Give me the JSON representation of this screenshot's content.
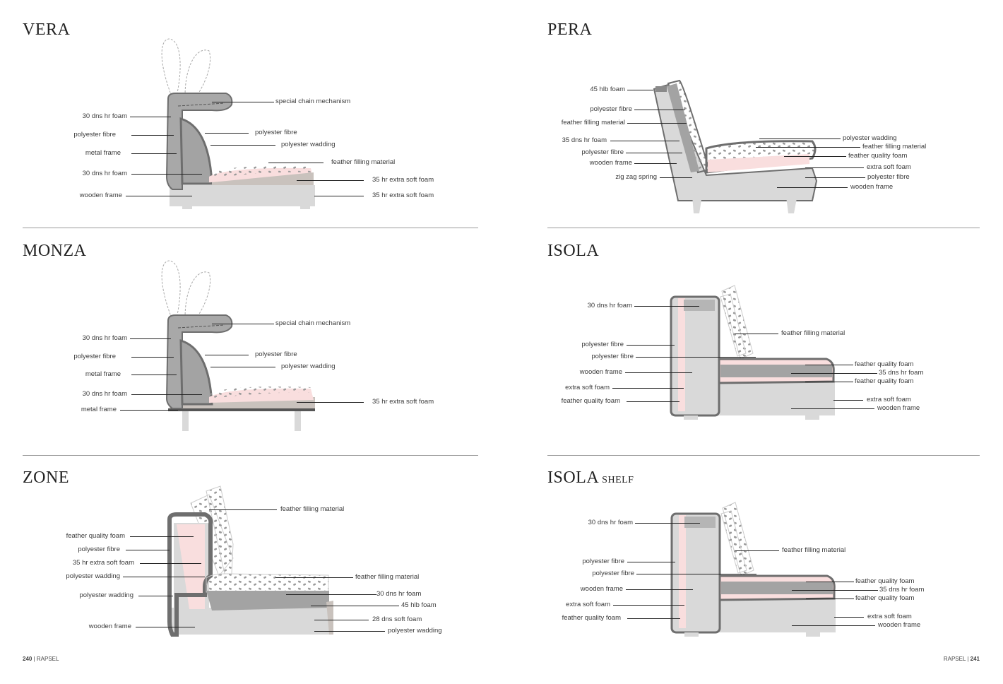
{
  "panels": {
    "vera": {
      "title": "VERA",
      "labels": [
        "30 dns hr foam",
        "polyester fibre",
        "metal frame",
        "30 dns hr foam",
        "wooden frame",
        "special chain mechanism",
        "polyester fibre",
        "polyester wadding",
        "feather filling material",
        "35 hr extra soft foam",
        "35 hr extra soft foam"
      ]
    },
    "monza": {
      "title": "MONZA",
      "labels": [
        "30 dns hr foam",
        "polyester fibre",
        "metal frame",
        "30 dns hr foam",
        "metal frame",
        "special chain mechanism",
        "polyester fibre",
        "polyester wadding",
        "35 hr extra soft foam"
      ]
    },
    "zone": {
      "title": "ZONE",
      "labels": [
        "feather quality foam",
        "polyester fibre",
        "35 hr extra soft foam",
        "polyester wadding",
        "polyester wadding",
        "wooden frame",
        "feather filling material",
        "feather filling material",
        "30 dns hr foam",
        "45 hlb foam",
        "28 dns soft foam",
        "polyester wadding"
      ]
    },
    "pera": {
      "title": "PERA",
      "labels": [
        "45 hlb foam",
        "polyester fibre",
        "feather filling material",
        "35 dns hr foam",
        "polyester fibre",
        "wooden frame",
        "zig zag spring",
        "polyester wadding",
        "feather filling material",
        "feather quality foam",
        "extra soft foam",
        "polyester fibre",
        "wooden frame"
      ]
    },
    "isola": {
      "title": "ISOLA",
      "labels": [
        "30 dns hr foam",
        "polyester fibre",
        "polyester fibre",
        "wooden frame",
        "extra soft foam",
        "feather quality foam",
        "feather filling material",
        "feather quality foam",
        "35 dns hr foam",
        "feather quality foam",
        "extra soft foam",
        "wooden frame"
      ]
    },
    "isola_shelf": {
      "title": "ISOLA",
      "subtitle": "SHELF",
      "labels": [
        "30 dns hr foam",
        "polyester fibre",
        "polyester fibre",
        "wooden frame",
        "extra soft foam",
        "feather quality foam",
        "feather filling material",
        "feather quality foam",
        "35 dns hr foam",
        "feather quality foam",
        "extra soft foam",
        "wooden frame"
      ]
    }
  },
  "footer": {
    "left_page": "240",
    "left_brand": "RAPSEL",
    "right_brand": "RAPSEL",
    "right_page": "241"
  },
  "colors": {
    "frame": "#d9d9d9",
    "cushion": "#a3a3a3",
    "outline": "#6e6e6e",
    "pink": "#f9dede",
    "dots": "#9a9a9a"
  }
}
